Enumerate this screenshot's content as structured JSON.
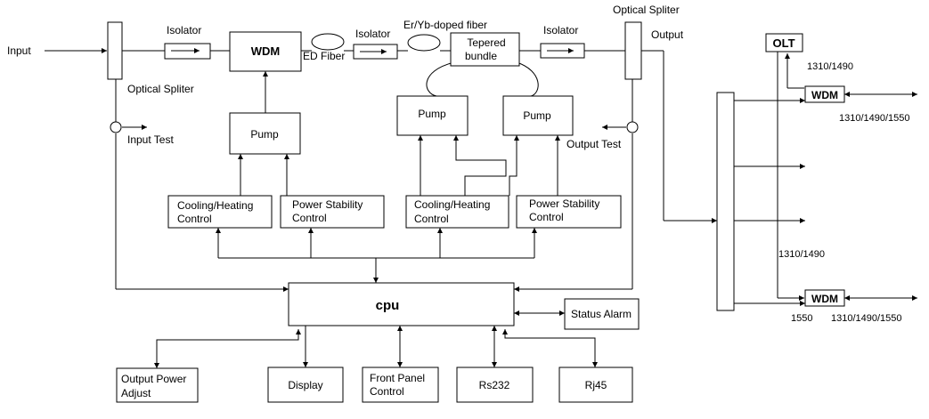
{
  "labels": {
    "input": "Input",
    "isolator": "Isolator",
    "wdm": "WDM",
    "ed_fiber": "ED  Fiber",
    "er_yb_doped_fiber": "Er/Yb-doped fiber",
    "tapered_bundle_line1": "Tepered",
    "tapered_bundle_line2": "bundle",
    "optical_splitter": "Optical Spliter",
    "output": "Output",
    "olt": "OLT",
    "w1310_1490": "1310/1490",
    "w1310_1490_1550": "1310/1490/1550",
    "w1550": "1550",
    "pump": "Pump",
    "input_test": "Input Test",
    "output_test": "Output Test",
    "cooling_line1": "Cooling/Heating",
    "cooling_line2": "Control",
    "power_line1": "Power Stability",
    "power_line2": "Control",
    "cpu": "cpu",
    "status_alarm": "Status Alarm",
    "output_power_line1": "Output Power",
    "output_power_line2": "Adjust",
    "display": "Display",
    "front_panel_line1": "Front Panel",
    "front_panel_line2": "Control",
    "rs232": "Rs232",
    "rj45": "Rj45"
  }
}
